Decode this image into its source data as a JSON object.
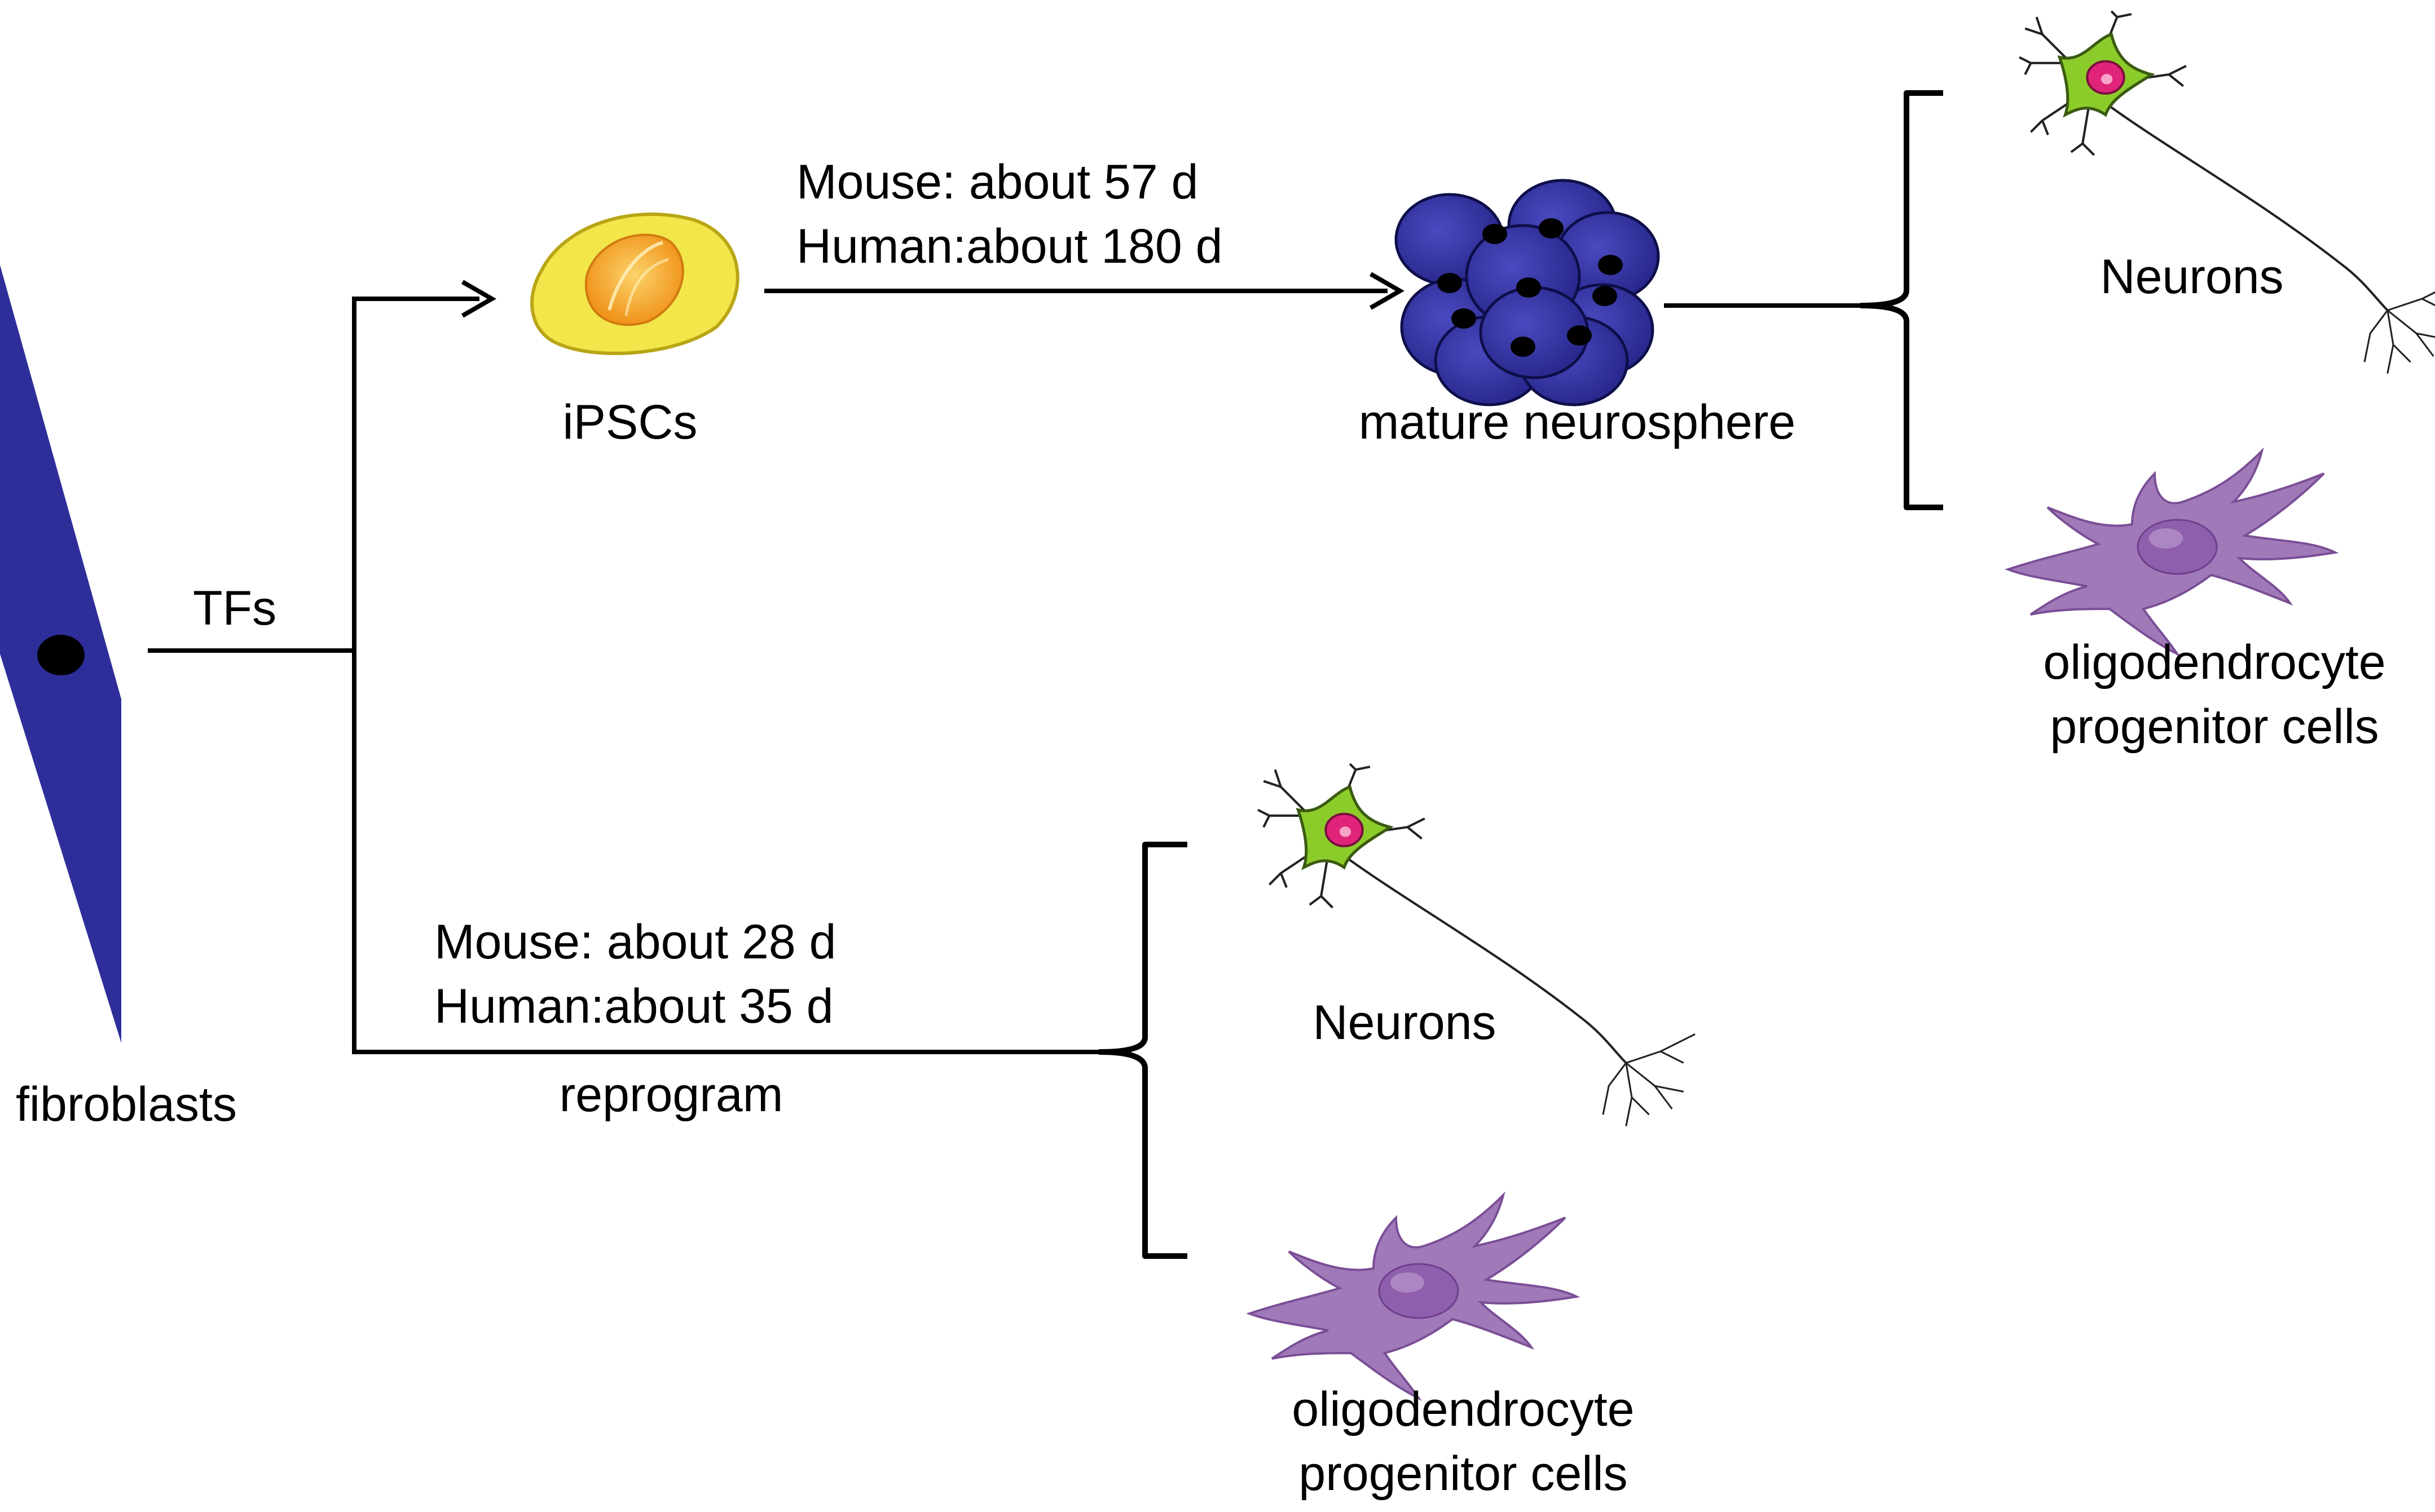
{
  "labels": {
    "fibroblasts": "fibroblasts",
    "tfs": "TFs",
    "ipscs": "iPSCs",
    "ipsc_route": {
      "mouse": "Mouse: about 57 d",
      "human": "Human:about 180 d"
    },
    "neurosphere": "mature neurosphere",
    "top_neurons": "Neurons",
    "top_opc_line1": "oligodendrocyte",
    "top_opc_line2": "progenitor cells",
    "direct_route": {
      "mouse": "Mouse: about 28 d",
      "human": "Human:about 35 d"
    },
    "reprogram": "reprogram",
    "bottom_neurons": "Neurons",
    "bottom_opc_line1": "oligodendrocyte",
    "bottom_opc_line2": "progenitor cells"
  },
  "colors": {
    "fibroblast": "#2e2e9a",
    "neurosphere": "#2e2e9a",
    "ipsc_outer": "#f2e64a",
    "ipsc_inner": "#f29a1e",
    "neuron_body": "#8ccc2a",
    "neuron_nucleus": "#e0247a",
    "opc_body": "#a07ab8",
    "line": "#000000"
  }
}
